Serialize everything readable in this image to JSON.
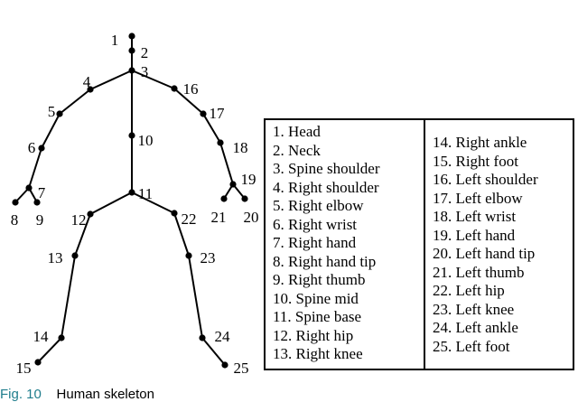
{
  "joints": [
    {
      "id": 1,
      "label": "1",
      "name": "Head"
    },
    {
      "id": 2,
      "label": "2",
      "name": "Neck"
    },
    {
      "id": 3,
      "label": "3",
      "name": "Spine shoulder"
    },
    {
      "id": 4,
      "label": "4",
      "name": "Right shoulder"
    },
    {
      "id": 5,
      "label": "5",
      "name": "Right elbow"
    },
    {
      "id": 6,
      "label": "6",
      "name": "Right wrist"
    },
    {
      "id": 7,
      "label": "7",
      "name": "Right hand"
    },
    {
      "id": 8,
      "label": "8",
      "name": "Right hand tip"
    },
    {
      "id": 9,
      "label": "9",
      "name": "Right thumb"
    },
    {
      "id": 10,
      "label": "10",
      "name": "Spine mid"
    },
    {
      "id": 11,
      "label": "11",
      "name": "Spine base"
    },
    {
      "id": 12,
      "label": "12",
      "name": "Right hip"
    },
    {
      "id": 13,
      "label": "13",
      "name": "Right knee"
    },
    {
      "id": 14,
      "label": "14",
      "name": "Right ankle"
    },
    {
      "id": 15,
      "label": "15",
      "name": "Right foot"
    },
    {
      "id": 16,
      "label": "16",
      "name": "Left shoulder"
    },
    {
      "id": 17,
      "label": "17",
      "name": "Left elbow"
    },
    {
      "id": 18,
      "label": "18",
      "name": "Left wrist"
    },
    {
      "id": 19,
      "label": "19",
      "name": "Left hand"
    },
    {
      "id": 20,
      "label": "20",
      "name": "Left hand tip"
    },
    {
      "id": 21,
      "label": "21",
      "name": "Left thumb"
    },
    {
      "id": 22,
      "label": "22",
      "name": "Left hip"
    },
    {
      "id": 23,
      "label": "23",
      "name": "Left knee"
    },
    {
      "id": 24,
      "label": "24",
      "name": "Left ankle"
    },
    {
      "id": 25,
      "label": "25",
      "name": "Left foot"
    }
  ],
  "bones": [
    [
      1,
      2
    ],
    [
      2,
      3
    ],
    [
      3,
      4
    ],
    [
      4,
      5
    ],
    [
      5,
      6
    ],
    [
      6,
      7
    ],
    [
      7,
      8
    ],
    [
      7,
      9
    ],
    [
      3,
      10
    ],
    [
      10,
      11
    ],
    [
      11,
      12
    ],
    [
      12,
      13
    ],
    [
      13,
      14
    ],
    [
      14,
      15
    ],
    [
      3,
      16
    ],
    [
      16,
      17
    ],
    [
      17,
      18
    ],
    [
      18,
      19
    ],
    [
      19,
      20
    ],
    [
      19,
      21
    ],
    [
      11,
      22
    ],
    [
      22,
      23
    ],
    [
      23,
      24
    ],
    [
      24,
      25
    ]
  ],
  "legend": {
    "left": [
      "1. Head",
      "2. Neck",
      "3. Spine shoulder",
      "4. Right shoulder",
      "5. Right elbow",
      "6. Right wrist",
      "7. Right hand",
      "8. Right hand tip",
      "9. Right thumb",
      "10. Spine mid",
      "11. Spine base",
      "12. Right hip",
      "13. Right knee"
    ],
    "right": [
      "14. Right ankle",
      "15. Right foot",
      "16. Left shoulder",
      "17. Left elbow",
      "18. Left wrist",
      "19. Left hand",
      "20. Left hand tip",
      "21. Left thumb",
      "22. Left hip",
      "23. Left knee",
      "24. Left ankle",
      "25. Left foot"
    ]
  },
  "caption": {
    "figure": "Fig. 10",
    "text": "Human skeleton"
  },
  "colors": {
    "ink": "#000000",
    "caption_accent": "#1f7d8c"
  }
}
